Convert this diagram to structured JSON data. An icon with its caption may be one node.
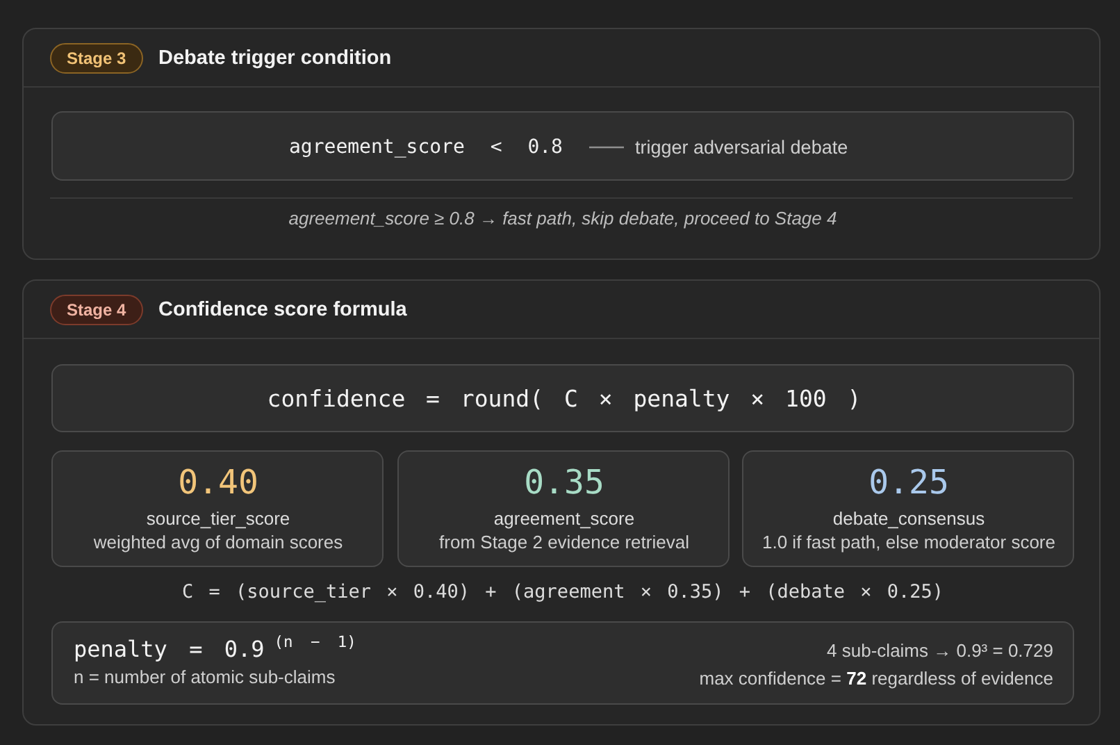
{
  "diagram": {
    "nodes": [
      {
        "text": [
          "Debate trigger condition",
          "agreement_score ≥ 0.8 → fast path, skip debate, proceed to Stage 4"
        ]
      },
      {
        "text": [
          "Stage 3"
        ],
        "in": 0
      },
      {
        "text": [
          "agreement_score < 0.8",
          "trigger adversarial debate"
        ],
        "in": 0
      },
      {
        "text": [
          "Confidence score formula",
          "C = (source_tier × 0.40) + (agreement × 0.35) + (debate × 0.25)"
        ]
      },
      {
        "text": [
          "Stage 4"
        ],
        "in": 3
      },
      {
        "text": [
          "confidence = round( C × penalty × 100 )"
        ],
        "in": 3
      },
      {
        "text": [
          "0.40",
          "source_tier_score",
          "weighted avg of domain scores"
        ],
        "in": 3
      },
      {
        "text": [
          "0.35",
          "agreement_score",
          "from Stage 2 evidence retrieval"
        ],
        "in": 3
      },
      {
        "text": [
          "0.25",
          "debate_consensus",
          "1.0 if fast path, else moderator score"
        ],
        "in": 3
      },
      {
        "text": [
          "penalty = 0.9$^{(n − 1)}$",
          "n = number of atomic sub-claims",
          "4 sub-claims → 0.9³ = 0.729",
          "max confidence = **72** regardless of evidence"
        ],
        "in": 3
      }
    ]
  }
}
